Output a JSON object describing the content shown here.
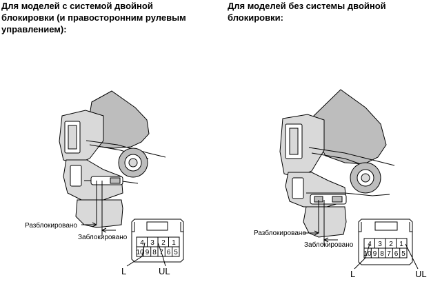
{
  "headings": {
    "left": "Для моделей с системой двойной\nблокировки (и правосторонним рулевым\nуправлением):",
    "right": "Для моделей без системы двойной\nблокировки:"
  },
  "labels": {
    "unlocked": "Разблокировано",
    "locked": "Заблокировано",
    "L": "L",
    "UL": "UL"
  },
  "connector": {
    "top_row": [
      "4",
      "3",
      "2",
      "1"
    ],
    "bottom_row": [
      "10",
      "9",
      "8",
      "7",
      "6",
      "5"
    ]
  }
}
